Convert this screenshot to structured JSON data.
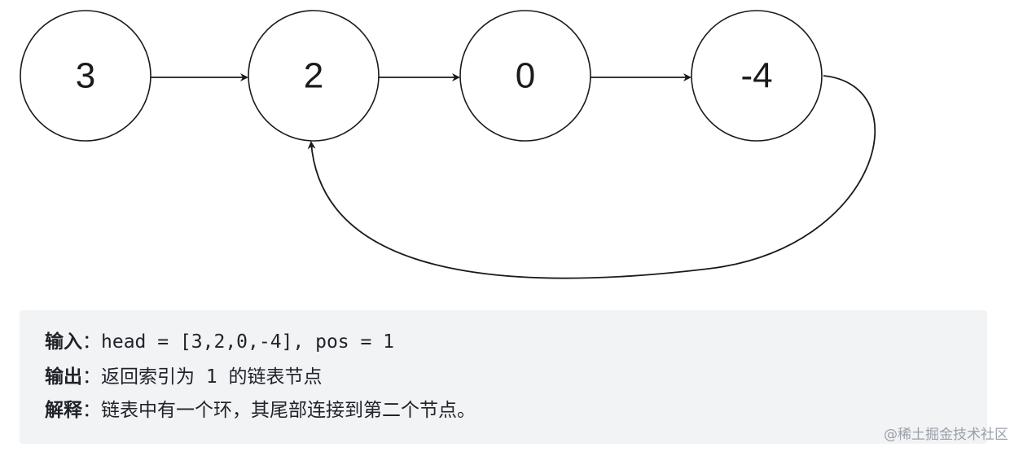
{
  "diagram": {
    "nodes": [
      {
        "value": "3"
      },
      {
        "value": "2"
      },
      {
        "value": "0"
      },
      {
        "value": "-4"
      }
    ]
  },
  "example": {
    "input_label": "输入",
    "input_value": "head = [3,2,0,-4], pos = 1",
    "output_label": "输出",
    "output_prefix": "返回索引为",
    "output_index": " 1 ",
    "output_suffix": "的链表节点",
    "explain_label": "解释",
    "explain_text": "链表中有一个环，其尾部连接到第二个节点。",
    "separator": "："
  },
  "watermark": "@稀土掘金技术社区"
}
